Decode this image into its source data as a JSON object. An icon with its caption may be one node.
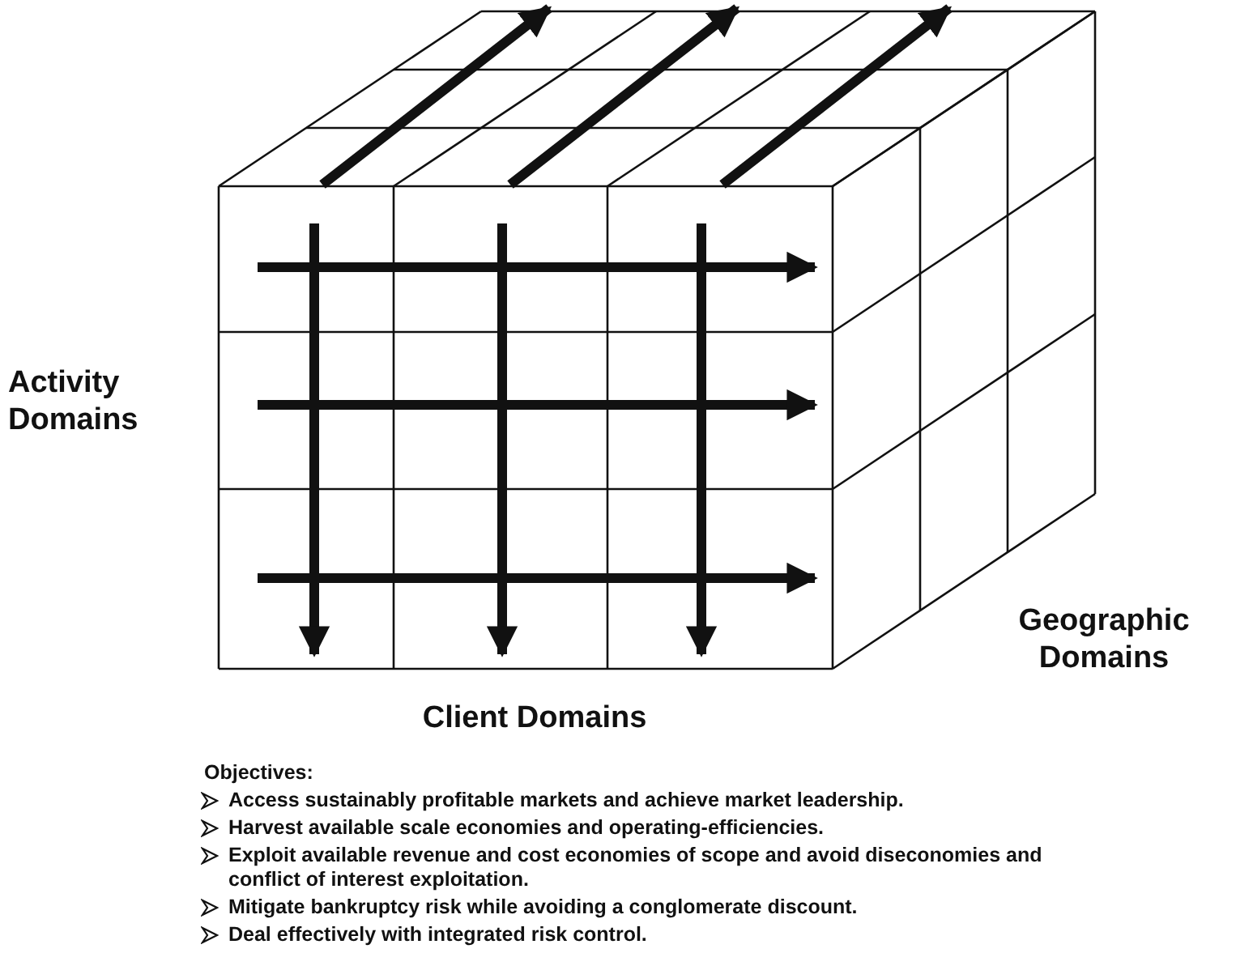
{
  "diagram": {
    "labels": [
      "Activity Domains",
      "Geographic Domains",
      "Client Domains",
      "Objectives:",
      "Access sustainably profitable markets and achieve market leadership.",
      "Harvest available scale economies and operating-efficiencies.",
      "Exploit available revenue and cost economies of scope and avoid diseconomies and conflict of interest exploitation.",
      "Mitigate bankruptcy risk while avoiding a conglomerate discount.",
      "Deal effectively with integrated risk control."
    ]
  }
}
